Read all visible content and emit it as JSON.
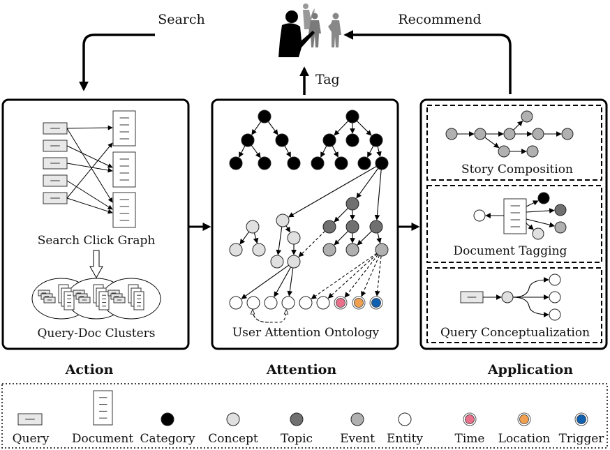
{
  "top": {
    "search_label": "Search",
    "recommend_label": "Recommend",
    "tag_label": "Tag",
    "users_icon": "people-icon"
  },
  "panels": {
    "action": {
      "title": "Action",
      "search_click_graph": "Search Click Graph",
      "query_doc_clusters": "Query-Doc Clusters"
    },
    "attention": {
      "title": "Attention",
      "ontology": "User Attention Ontology"
    },
    "application": {
      "title": "Application",
      "story": "Story Composition",
      "doc_tagging": "Document Tagging",
      "query_concept": "Query Conceptualization"
    }
  },
  "colors": {
    "category": "#000000",
    "concept": "#e0e0e0",
    "topic": "#707070",
    "event": "#b0b0b0",
    "entity": "#ffffff",
    "time": "#e8708a",
    "location": "#f0a050",
    "trigger": "#1060b0",
    "query_fill": "#e8e8e8"
  },
  "legend": [
    {
      "label": "Query",
      "kind": "query"
    },
    {
      "label": "Document",
      "kind": "document"
    },
    {
      "label": "Category",
      "kind": "category"
    },
    {
      "label": "Concept",
      "kind": "concept"
    },
    {
      "label": "Topic",
      "kind": "topic"
    },
    {
      "label": "Event",
      "kind": "event"
    },
    {
      "label": "Entity",
      "kind": "entity"
    },
    {
      "label": "Time",
      "kind": "time"
    },
    {
      "label": "Location",
      "kind": "location"
    },
    {
      "label": "Trigger",
      "kind": "trigger"
    }
  ]
}
